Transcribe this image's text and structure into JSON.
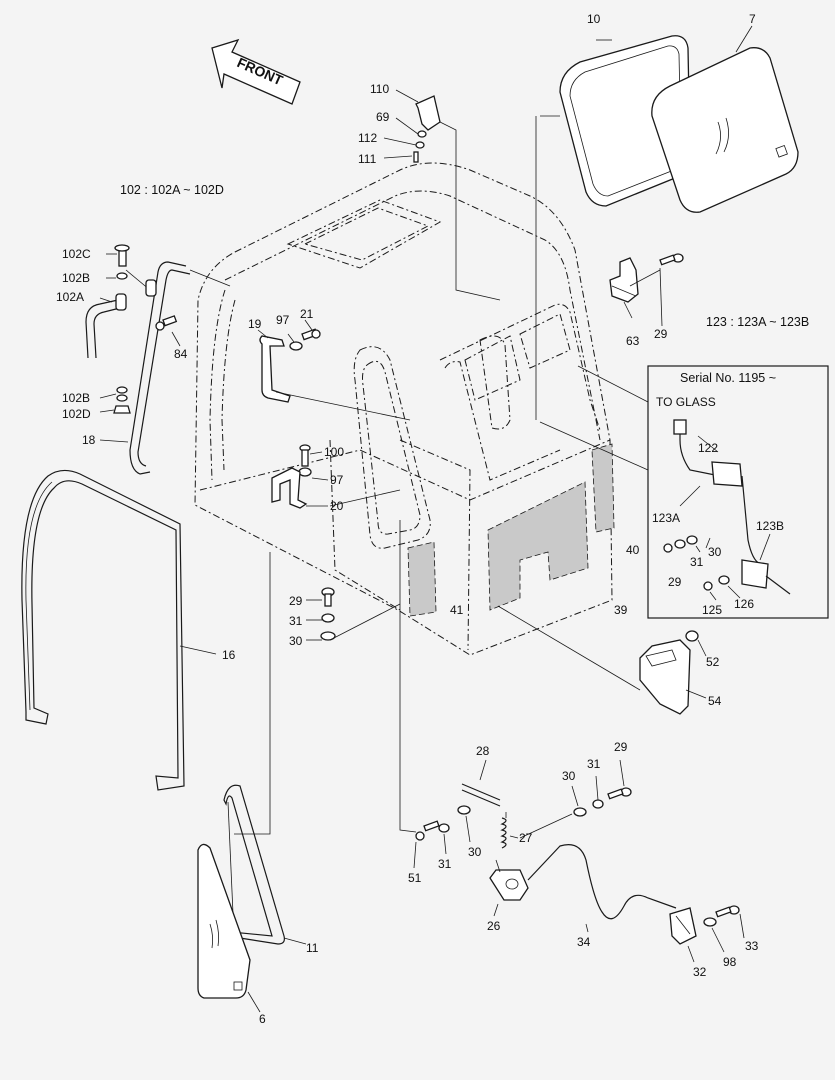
{
  "front_label": "FRONT",
  "notes": {
    "range_102": "102 : 102A ~ 102D",
    "range_123": "123 : 123A ~ 123B",
    "serial": "Serial No. 1195 ~",
    "to_glass": "TO GLASS"
  },
  "callouts": [
    {
      "id": "c10",
      "text": "10"
    },
    {
      "id": "c7",
      "text": "7"
    },
    {
      "id": "c110",
      "text": "110"
    },
    {
      "id": "c69",
      "text": "69"
    },
    {
      "id": "c112",
      "text": "112"
    },
    {
      "id": "c111",
      "text": "111"
    },
    {
      "id": "c102C",
      "text": "102C"
    },
    {
      "id": "c102B1",
      "text": "102B"
    },
    {
      "id": "c102A",
      "text": "102A"
    },
    {
      "id": "c102B2",
      "text": "102B"
    },
    {
      "id": "c102D",
      "text": "102D"
    },
    {
      "id": "c18",
      "text": "18"
    },
    {
      "id": "c84",
      "text": "84"
    },
    {
      "id": "c19",
      "text": "19"
    },
    {
      "id": "c97a",
      "text": "97"
    },
    {
      "id": "c21",
      "text": "21"
    },
    {
      "id": "c100",
      "text": "100"
    },
    {
      "id": "c97b",
      "text": "97"
    },
    {
      "id": "c20",
      "text": "20"
    },
    {
      "id": "c63",
      "text": "63"
    },
    {
      "id": "c29a",
      "text": "29"
    },
    {
      "id": "c16",
      "text": "16"
    },
    {
      "id": "c29b",
      "text": "29"
    },
    {
      "id": "c31a",
      "text": "31"
    },
    {
      "id": "c30a",
      "text": "30"
    },
    {
      "id": "c41",
      "text": "41"
    },
    {
      "id": "c39",
      "text": "39"
    },
    {
      "id": "c40",
      "text": "40"
    },
    {
      "id": "c122",
      "text": "122"
    },
    {
      "id": "c123A",
      "text": "123A"
    },
    {
      "id": "c31b",
      "text": "31"
    },
    {
      "id": "c30b",
      "text": "30"
    },
    {
      "id": "c29c",
      "text": "29"
    },
    {
      "id": "c123B",
      "text": "123B"
    },
    {
      "id": "c125",
      "text": "125"
    },
    {
      "id": "c126",
      "text": "126"
    },
    {
      "id": "c52",
      "text": "52"
    },
    {
      "id": "c54",
      "text": "54"
    },
    {
      "id": "c28",
      "text": "28"
    },
    {
      "id": "c29d",
      "text": "29"
    },
    {
      "id": "c31c",
      "text": "31"
    },
    {
      "id": "c30c",
      "text": "30"
    },
    {
      "id": "c27",
      "text": "27"
    },
    {
      "id": "c51",
      "text": "51"
    },
    {
      "id": "c31d",
      "text": "31"
    },
    {
      "id": "c30d",
      "text": "30"
    },
    {
      "id": "c26",
      "text": "26"
    },
    {
      "id": "c34",
      "text": "34"
    },
    {
      "id": "c33",
      "text": "33"
    },
    {
      "id": "c98",
      "text": "98"
    },
    {
      "id": "c32",
      "text": "32"
    },
    {
      "id": "c11",
      "text": "11"
    },
    {
      "id": "c6",
      "text": "6"
    }
  ]
}
